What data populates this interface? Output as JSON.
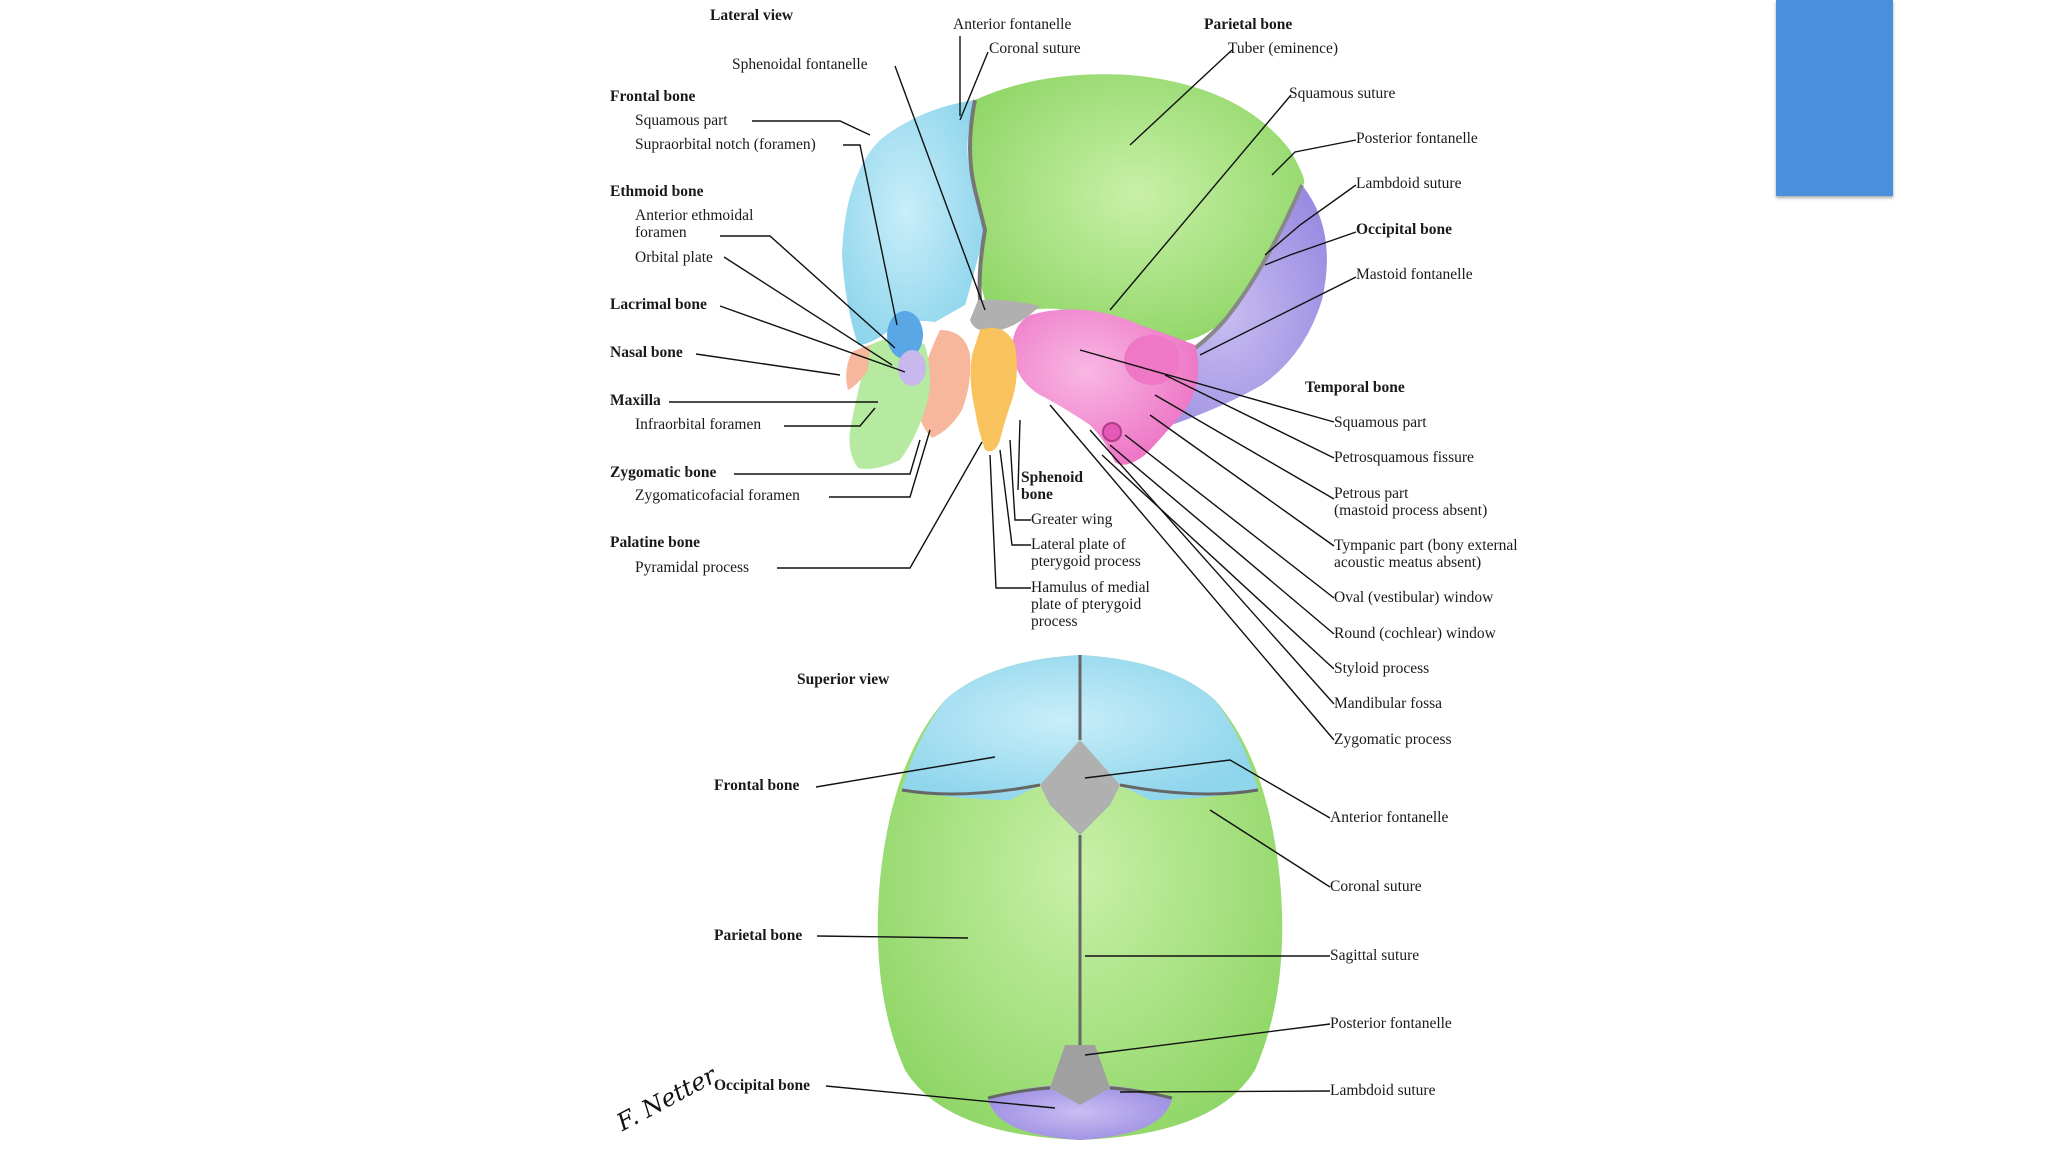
{
  "colors": {
    "frontal": "#a6e1f2",
    "parietal": "#a4e07a",
    "occipital": "#b1a3ea",
    "temporal": "#f38fd3",
    "sphenoid": "#f8c35d",
    "maxilla": "#b6eaa0",
    "nasal": "#f6b79c",
    "lacrimal": "#c8b8ee",
    "ethmoid": "#5aa7e6",
    "fontanelle": "#aaaaaa",
    "suture": "#707070",
    "slide_tag": "#4a8fdb"
  },
  "icons": {
    "signature": "netter-signature-icon"
  },
  "signature_text": "F. Netter",
  "lateral": {
    "title": "Lateral view",
    "labels": [
      {
        "id": "anterior-fontanelle",
        "text": "Anterior fontanelle",
        "bold": false
      },
      {
        "id": "coronal-suture",
        "text": "Coronal suture",
        "bold": false
      },
      {
        "id": "parietal-bone",
        "text": "Parietal bone",
        "bold": true
      },
      {
        "id": "tuber",
        "text": "Tuber (eminence)",
        "bold": false
      },
      {
        "id": "sphenoidal-fontanelle",
        "text": "Sphenoidal fontanelle",
        "bold": false
      },
      {
        "id": "squamous-suture",
        "text": "Squamous suture",
        "bold": false
      },
      {
        "id": "frontal-bone",
        "text": "Frontal bone",
        "bold": true
      },
      {
        "id": "frontal-squamous",
        "text": "Squamous part",
        "bold": false
      },
      {
        "id": "supraorbital",
        "text": "Supraorbital notch (foramen)",
        "bold": false
      },
      {
        "id": "posterior-fontanelle",
        "text": "Posterior fontanelle",
        "bold": false
      },
      {
        "id": "lambdoid-suture",
        "text": "Lambdoid suture",
        "bold": false
      },
      {
        "id": "ethmoid-bone",
        "text": "Ethmoid bone",
        "bold": true
      },
      {
        "id": "ant-ethmoidal",
        "text": "Anterior ethmoidal\nforamen",
        "bold": false
      },
      {
        "id": "occipital-bone",
        "text": "Occipital bone",
        "bold": true
      },
      {
        "id": "orbital-plate",
        "text": "Orbital plate",
        "bold": false
      },
      {
        "id": "mastoid-fontanelle",
        "text": "Mastoid fontanelle",
        "bold": false
      },
      {
        "id": "lacrimal-bone",
        "text": "Lacrimal bone",
        "bold": true
      },
      {
        "id": "nasal-bone",
        "text": "Nasal bone",
        "bold": true
      },
      {
        "id": "temporal-bone",
        "text": "Temporal bone",
        "bold": true
      },
      {
        "id": "maxilla",
        "text": "Maxilla",
        "bold": true
      },
      {
        "id": "infraorbital",
        "text": "Infraorbital foramen",
        "bold": false
      },
      {
        "id": "temporal-squamous",
        "text": "Squamous part",
        "bold": false
      },
      {
        "id": "petrosquamous",
        "text": "Petrosquamous fissure",
        "bold": false
      },
      {
        "id": "zygomatic-bone",
        "text": "Zygomatic bone",
        "bold": true
      },
      {
        "id": "sphenoid-bone",
        "text": "Sphenoid\nbone",
        "bold": true
      },
      {
        "id": "petrous-part",
        "text": "Petrous part\n(mastoid process absent)",
        "bold": false
      },
      {
        "id": "zygomaticofacial",
        "text": "Zygomaticofacial foramen",
        "bold": false
      },
      {
        "id": "greater-wing",
        "text": "Greater wing",
        "bold": false
      },
      {
        "id": "palatine-bone",
        "text": "Palatine bone",
        "bold": true
      },
      {
        "id": "lateral-plate",
        "text": "Lateral plate of\npterygoid process",
        "bold": false
      },
      {
        "id": "tympanic-part",
        "text": "Tympanic part (bony external\nacoustic meatus absent)",
        "bold": false
      },
      {
        "id": "pyramidal",
        "text": "Pyramidal process",
        "bold": false
      },
      {
        "id": "hamulus",
        "text": "Hamulus of medial\nplate of pterygoid\nprocess",
        "bold": false
      },
      {
        "id": "oval-window",
        "text": "Oval (vestibular) window",
        "bold": false
      },
      {
        "id": "round-window",
        "text": "Round (cochlear) window",
        "bold": false
      },
      {
        "id": "styloid",
        "text": "Styloid process",
        "bold": false
      },
      {
        "id": "mandibular-fossa",
        "text": "Mandibular fossa",
        "bold": false
      },
      {
        "id": "zygomatic-process",
        "text": "Zygomatic process",
        "bold": false
      }
    ]
  },
  "superior": {
    "title": "Superior view",
    "labels": [
      {
        "id": "frontal-bone",
        "text": "Frontal bone",
        "bold": true
      },
      {
        "id": "anterior-fontanelle",
        "text": "Anterior fontanelle",
        "bold": false
      },
      {
        "id": "coronal-suture",
        "text": "Coronal suture",
        "bold": false
      },
      {
        "id": "parietal-bone",
        "text": "Parietal bone",
        "bold": true
      },
      {
        "id": "sagittal-suture",
        "text": "Sagittal suture",
        "bold": false
      },
      {
        "id": "posterior-fontanelle",
        "text": "Posterior fontanelle",
        "bold": false
      },
      {
        "id": "occipital-bone",
        "text": "Occipital bone",
        "bold": true
      },
      {
        "id": "lambdoid-suture",
        "text": "Lambdoid suture",
        "bold": false
      }
    ]
  }
}
